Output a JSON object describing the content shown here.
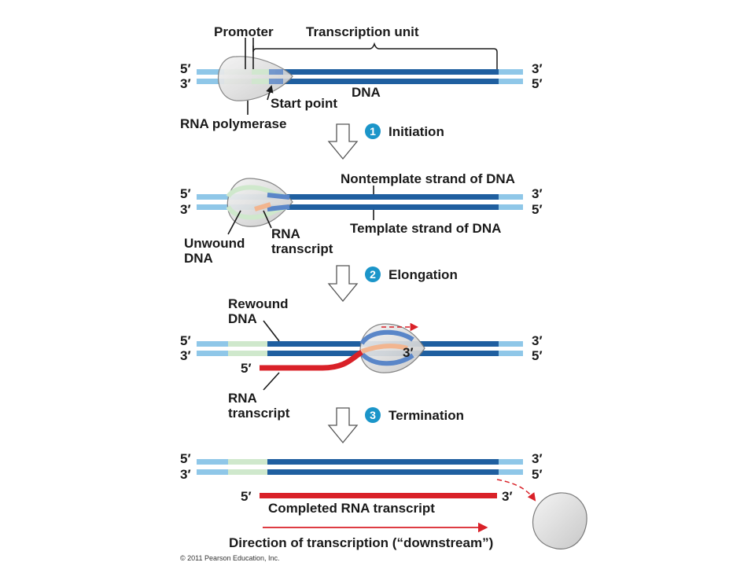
{
  "colors": {
    "dna_dark": "#1f5fa0",
    "dna_light": "#8fc7e8",
    "promoter": "#cfe8cc",
    "rna": "#d92128",
    "rna_short": "#f2b58f",
    "polymerase": "#d9d9d9",
    "step_badge": "#1b95c9"
  },
  "panel1": {
    "promoter": "Promoter",
    "transcription_unit": "Transcription unit",
    "five_left": "5′",
    "three_left": "3′",
    "three_right": "3′",
    "five_right": "5′",
    "dna": "DNA",
    "start_point": "Start point",
    "rna_polymerase": "RNA polymerase"
  },
  "step1": {
    "number": "1",
    "label": "Initiation"
  },
  "panel2": {
    "nontemplate": "Nontemplate strand of DNA",
    "template": "Template strand of DNA",
    "five_left": "5′",
    "three_left": "3′",
    "three_right": "3′",
    "five_right": "5′",
    "unwound_line1": "Unwound",
    "unwound_line2": "DNA",
    "rna_line1": "RNA",
    "rna_line2": "transcript"
  },
  "step2": {
    "number": "2",
    "label": "Elongation"
  },
  "panel3": {
    "rewound_line1": "Rewound",
    "rewound_line2": "DNA",
    "five_left": "5′",
    "three_left": "3′",
    "three_right": "3′",
    "five_right": "5′",
    "rna_three": "3′",
    "rna_five": "5′",
    "rna_line1": "RNA",
    "rna_line2": "transcript"
  },
  "step3": {
    "number": "3",
    "label": "Termination"
  },
  "panel4": {
    "five_left": "5′",
    "three_left": "3′",
    "three_right": "3′",
    "five_right": "5′",
    "rna_five": "5′",
    "rna_three": "3′",
    "completed": "Completed RNA transcript",
    "direction": "Direction of transcription (“downstream”)"
  },
  "copyright": "© 2011 Pearson Education, Inc."
}
